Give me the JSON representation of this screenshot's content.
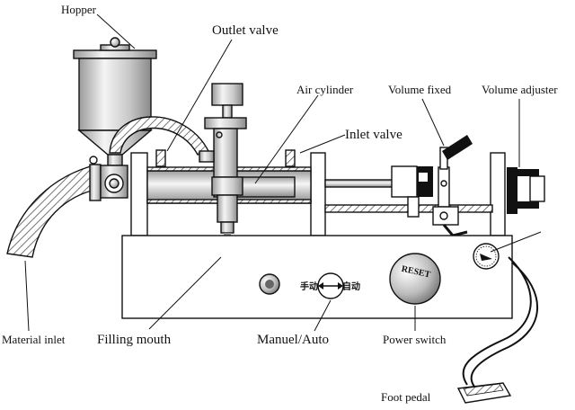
{
  "labels": {
    "hopper": "Hopper",
    "outlet_valve": "Outlet valve",
    "air_cylinder": "Air cylinder",
    "volume_fixed": "Volume fixed",
    "volume_adjuster": "Volume adjuster",
    "inlet_valve": "Inlet valve",
    "material_inlet": "Material inlet",
    "filling_mouth": "Filling mouth",
    "manual_auto": "Manuel/Auto",
    "power_switch": "Power switch",
    "foot_pedal": "Foot pedal"
  },
  "controls": {
    "manual_text": "手动",
    "auto_text": "自动",
    "reset_text": "RESET"
  }
}
